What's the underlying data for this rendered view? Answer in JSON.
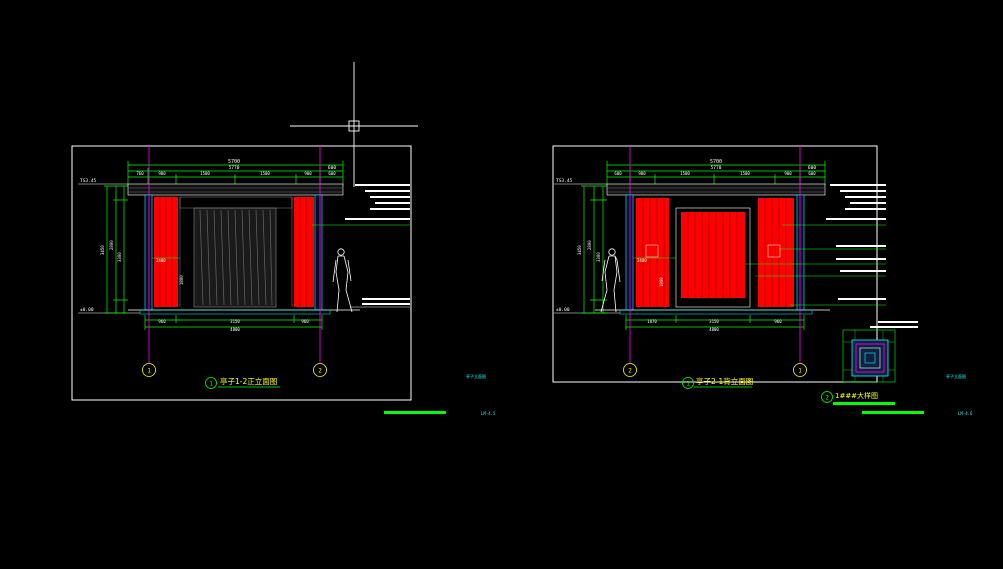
{
  "left": {
    "title": "亭子1-2正立面图",
    "marker": "1",
    "overall_dim": "5700",
    "sub_dims": [
      "5770",
      "600"
    ],
    "top_segments": [
      "760",
      "900",
      "1500",
      "1500",
      "900",
      "600"
    ],
    "bottom_dims": [
      "960",
      "3150",
      "960"
    ],
    "bottom_total": "4800",
    "level_top": "TS3.45",
    "level_bottom": "±0.00",
    "axis_left": "1",
    "axis_right": "2",
    "side_dims": [
      "3450",
      "2800",
      "3300",
      "2400",
      "1800"
    ],
    "corner_label": "亭子立面图",
    "sheet_no": "LM-4.5"
  },
  "right": {
    "title": "亭子2-1背立面图",
    "marker": "1",
    "detail_marker": "2",
    "detail_title": "1###大样图",
    "overall_dim": "5700",
    "sub_dims": [
      "5770",
      "600"
    ],
    "top_segments": [
      "600",
      "900",
      "1500",
      "1500",
      "900",
      "600"
    ],
    "bottom_dims": [
      "1870",
      "3150",
      "960"
    ],
    "bottom_total": "4800",
    "level_top": "TS3.45",
    "level_bottom": "±0.00",
    "axis_left": "2",
    "axis_right": "1",
    "side_dims": [
      "3450",
      "2800",
      "3300",
      "2400",
      "1800"
    ],
    "corner_label": "亭子立面图",
    "sheet_no": "LM-4.6"
  },
  "colors": {
    "background": "#000000",
    "frame": "#ffffff",
    "dimension": "#00ff00",
    "axis": "#ff00ff",
    "cyan": "#00ffff",
    "panel_red": "#ff0000",
    "bar_green": "#00ff00",
    "marker": "#ffff00"
  },
  "icons": [
    "crosshair-icon",
    "human-figure-icon",
    "axis-marker-icon"
  ]
}
